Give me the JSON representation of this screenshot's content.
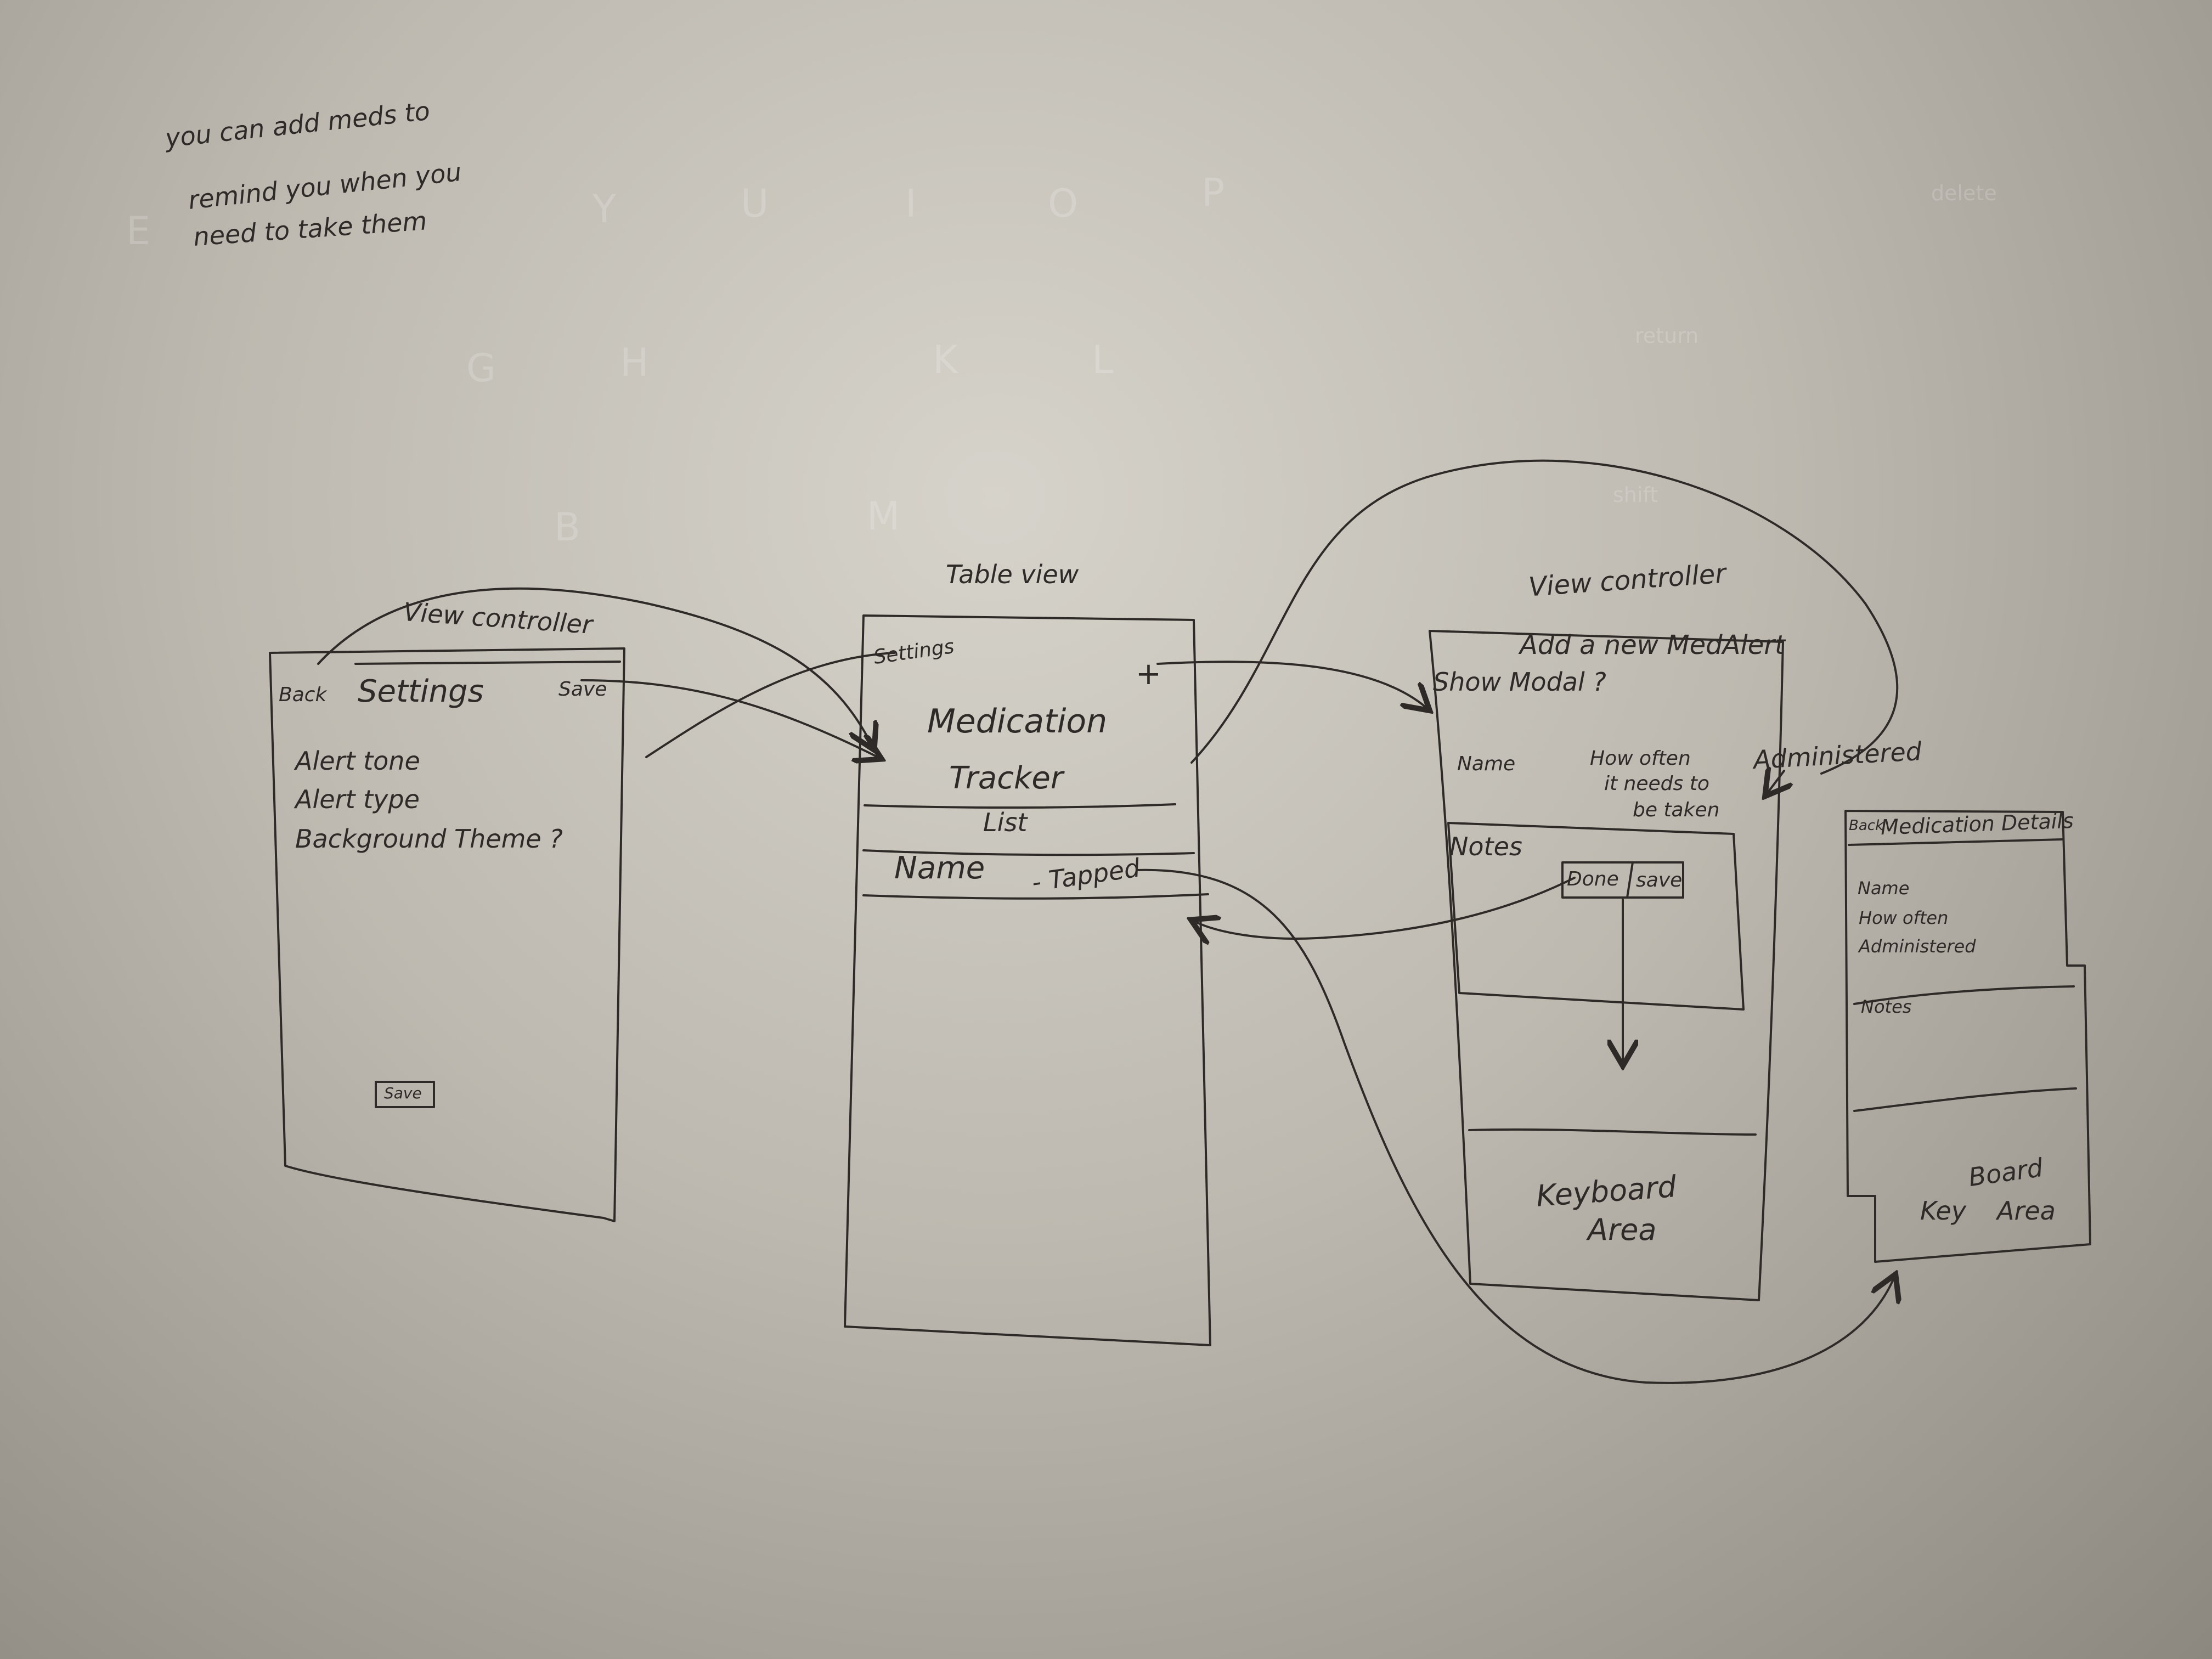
{
  "note": {
    "line1": "you can add meds to",
    "line2": "remind you when you",
    "line3": "need to take them"
  },
  "settings_screen": {
    "title": "View controller",
    "back": "Back",
    "heading": "Settings",
    "save_top": "Save",
    "items": [
      "Alert tone",
      "Alert type",
      "Background Theme ?"
    ],
    "save_button": "Save"
  },
  "table_screen": {
    "title": "Table view",
    "settings": "Settings",
    "plus": "+",
    "heading_line1": "Medication",
    "heading_line2": "Tracker",
    "list": "List",
    "row_name": "Name",
    "row_tapped": "- Tapped"
  },
  "add_screen": {
    "title": "View controller",
    "heading": "Add a new MedAlert",
    "show_modal": "Show Modal ?",
    "col_name": "Name",
    "col_how_often_1": "How often",
    "col_how_often_2": "it needs to",
    "col_how_often_3": "be taken",
    "col_administered": "Administered",
    "notes": "Notes",
    "done": "Done",
    "save": "save",
    "keyboard_1": "Keyboard",
    "keyboard_2": "Area"
  },
  "details_screen": {
    "back": "Back",
    "title": "Medication Details",
    "fields": [
      "Name",
      "How often",
      "Administered"
    ],
    "notes": "Notes",
    "keyboard_1": "Key",
    "keyboard_2": "Board",
    "keyboard_3": "Area"
  },
  "keyboard_ghost": [
    "E",
    "Y",
    "U",
    "I",
    "O",
    "P",
    "delete",
    "G",
    "H",
    "K",
    "L",
    "return",
    "B",
    "M",
    "shift"
  ]
}
